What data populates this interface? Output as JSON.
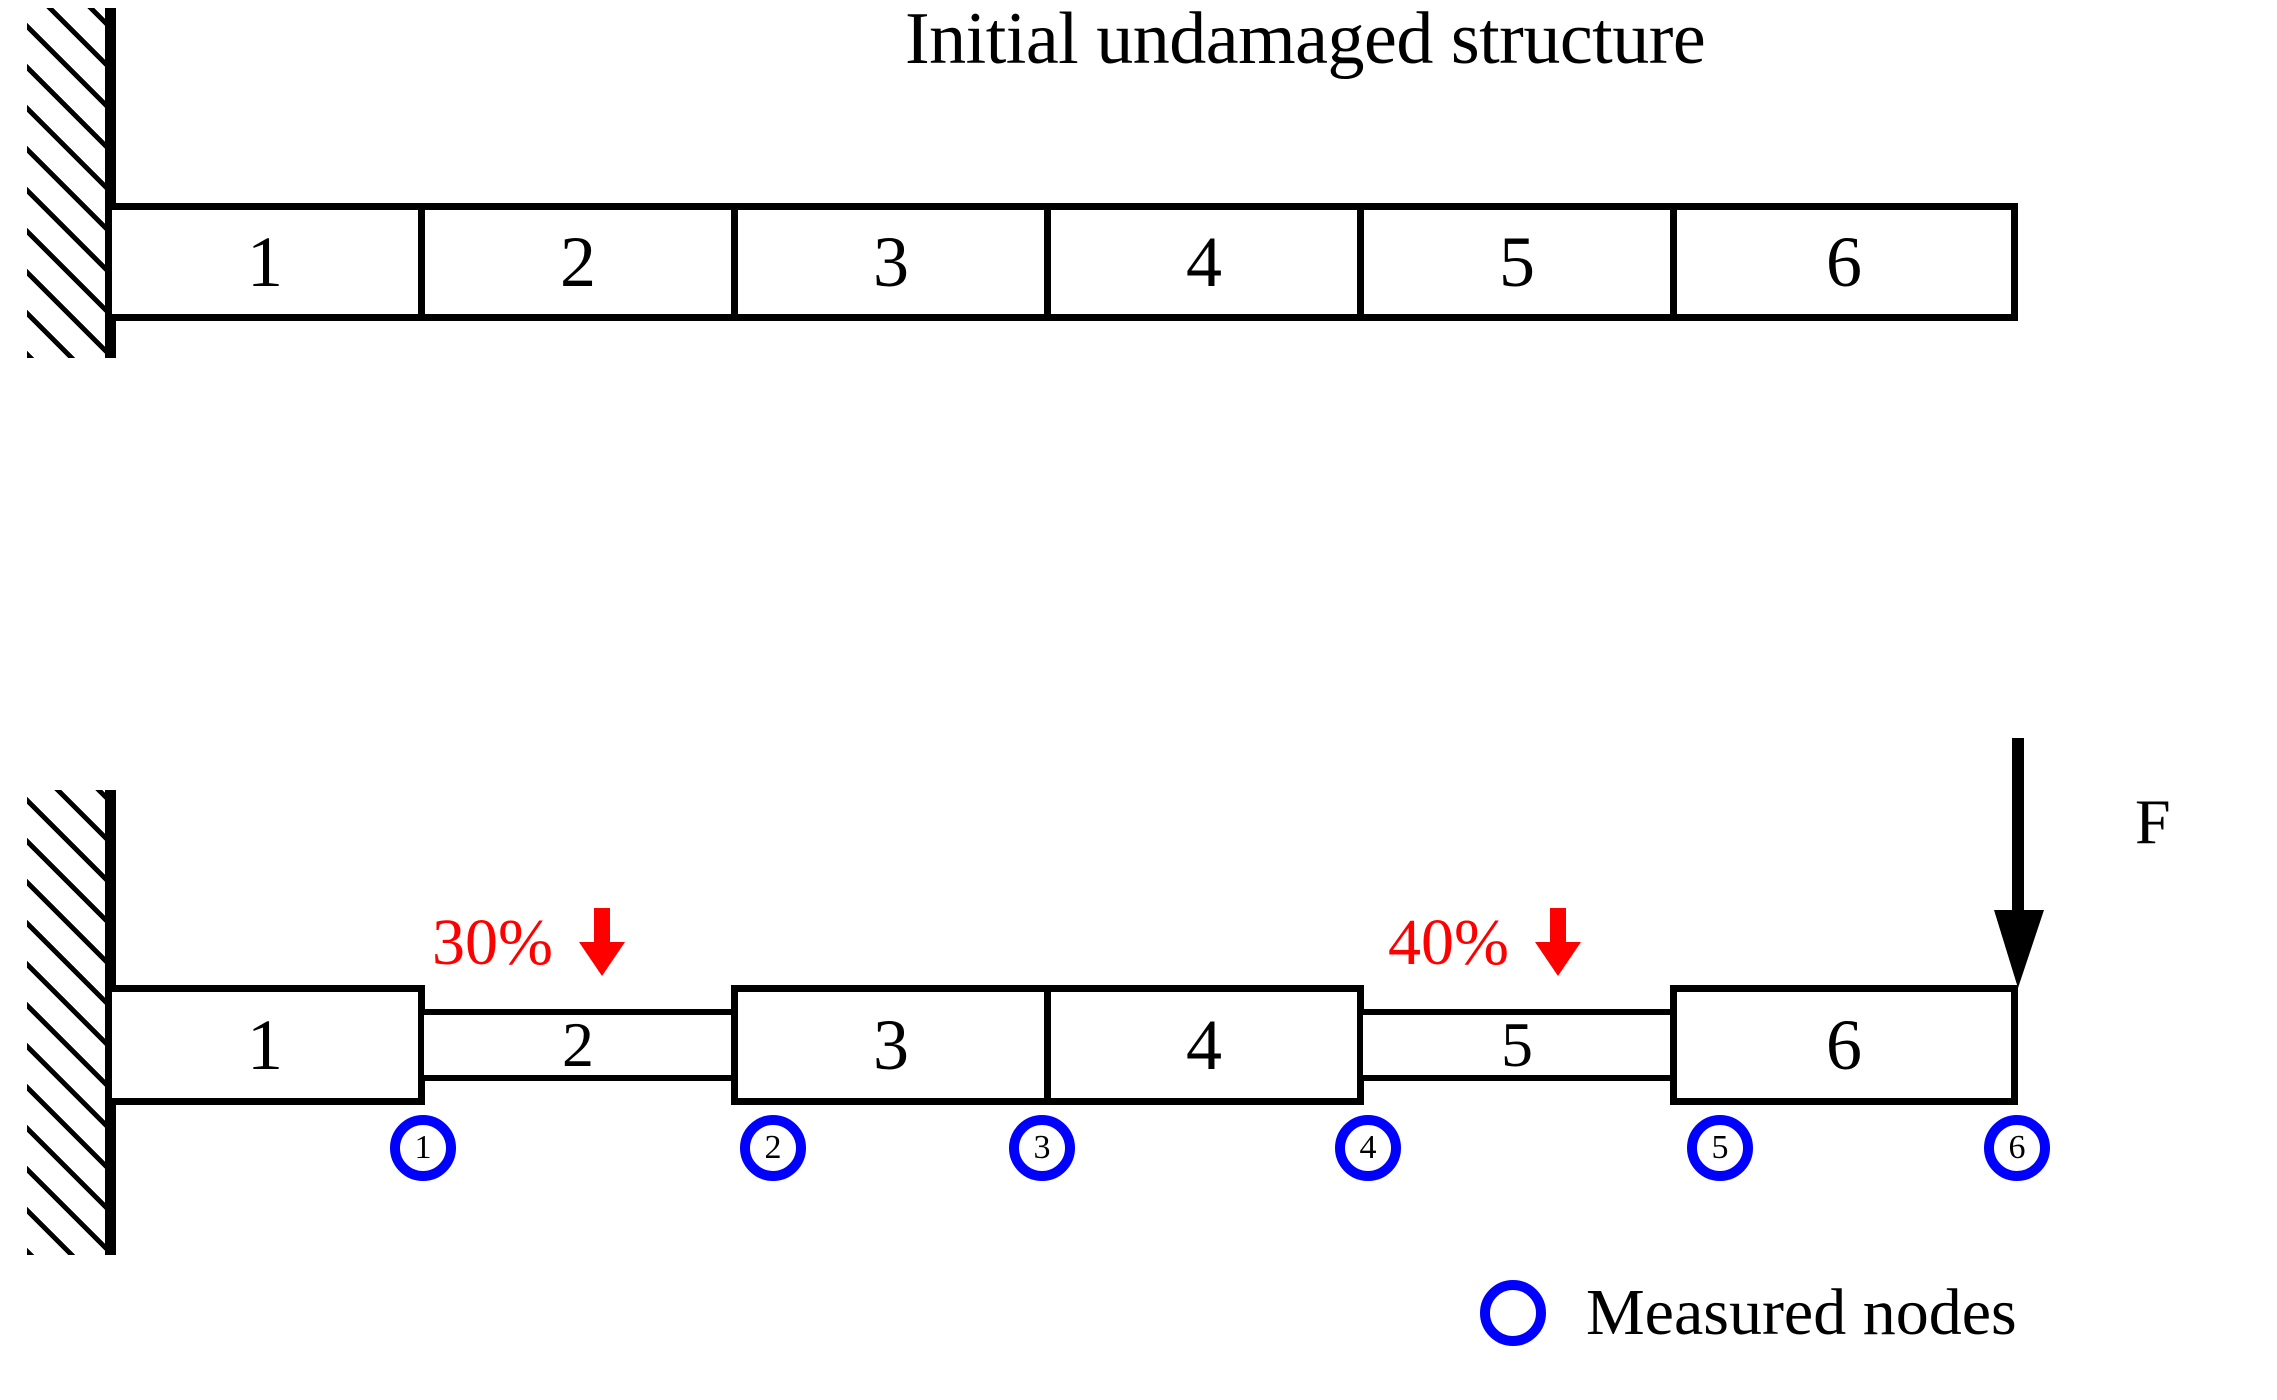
{
  "title": "Initial undamaged structure",
  "colors": {
    "beam_stroke": "#000000",
    "damage_text": "#ff0000",
    "node_circle": "#0000ff",
    "background": "#ffffff"
  },
  "undamaged_structure": {
    "caption": "Initial undamaged structure",
    "support": "fixed-wall-hatched-left",
    "elements": [
      {
        "label": "1",
        "damage_percent": 0
      },
      {
        "label": "2",
        "damage_percent": 0
      },
      {
        "label": "3",
        "damage_percent": 0
      },
      {
        "label": "4",
        "damage_percent": 0
      },
      {
        "label": "5",
        "damage_percent": 0
      },
      {
        "label": "6",
        "damage_percent": 0
      }
    ]
  },
  "damaged_structure": {
    "support": "fixed-wall-hatched-left",
    "elements": [
      {
        "label": "1",
        "damaged": false
      },
      {
        "label": "2",
        "damaged": true
      },
      {
        "label": "3",
        "damaged": false
      },
      {
        "label": "4",
        "damaged": false
      },
      {
        "label": "5",
        "damaged": true
      },
      {
        "label": "6",
        "damaged": false
      }
    ],
    "damage_annotations": [
      {
        "element": "2",
        "text": "30%",
        "arrow": "down"
      },
      {
        "element": "5",
        "text": "40%",
        "arrow": "down"
      }
    ],
    "force": {
      "label": "F",
      "direction": "down",
      "applied_at_node": "6"
    },
    "measured_nodes": [
      {
        "label": "1"
      },
      {
        "label": "2"
      },
      {
        "label": "3"
      },
      {
        "label": "4"
      },
      {
        "label": "5"
      },
      {
        "label": "6"
      }
    ]
  },
  "legend": {
    "marker": "blue-circle",
    "text": "Measured nodes"
  }
}
